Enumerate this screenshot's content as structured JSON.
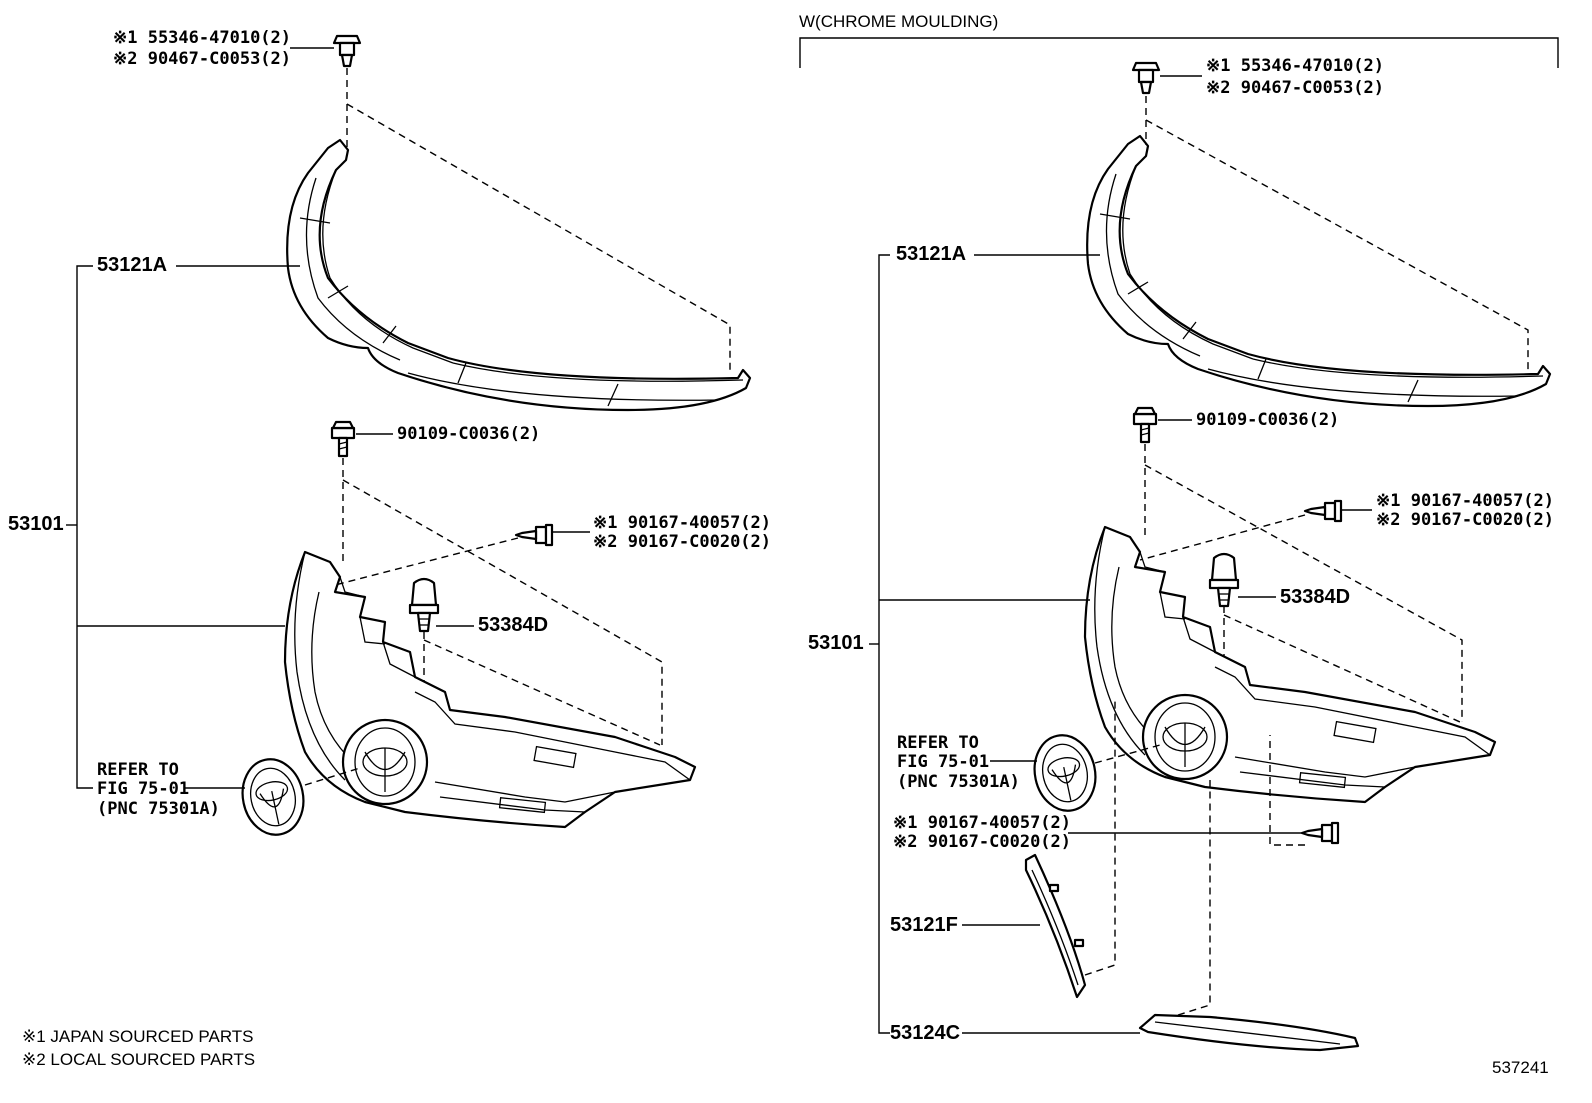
{
  "header": {
    "variant_label": "W(CHROME MOULDING)"
  },
  "left": {
    "clip_top": {
      "line1": "※1 55346-47010(2)",
      "line2": "※2 90467-C0053(2)"
    },
    "moulding": "53121A",
    "assembly": "53101",
    "bolt": "90109-C0036(2)",
    "screw": {
      "line1": "※1 90167-40057(2)",
      "line2": "※2 90167-C0020(2)"
    },
    "retainer": "53384D",
    "refer": {
      "line1": "REFER TO",
      "line2": "FIG 75-01",
      "line3": "(PNC 75301A)"
    }
  },
  "right": {
    "clip_top": {
      "line1": "※1 55346-47010(2)",
      "line2": "※2 90467-C0053(2)"
    },
    "moulding": "53121A",
    "assembly": "53101",
    "bolt": "90109-C0036(2)",
    "screw_upper": {
      "line1": "※1 90167-40057(2)",
      "line2": "※2 90167-C0020(2)"
    },
    "retainer": "53384D",
    "refer": {
      "line1": "REFER TO",
      "line2": "FIG 75-01",
      "line3": "(PNC 75301A)"
    },
    "screw_lower": {
      "line1": "※1 90167-40057(2)",
      "line2": "※2 90167-C0020(2)"
    },
    "side_moulding": "53121F",
    "lower_moulding": "53124C"
  },
  "legend": {
    "line1": "※1 JAPAN SOURCED PARTS",
    "line2": "※2 LOCAL SOURCED PARTS"
  },
  "figure_number": "537241"
}
